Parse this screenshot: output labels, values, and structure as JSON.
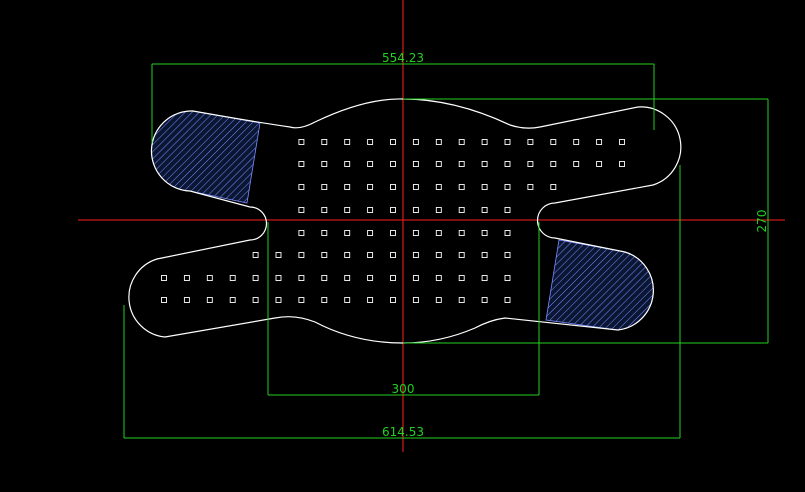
{
  "colors": {
    "background": "#000000",
    "outline": "#ffffff",
    "crosshair": "#ff2020",
    "dimension": "#22d022",
    "hatch": "#7a8cff",
    "hatch_fill": "#0b1633",
    "holes": "#ffffff"
  },
  "dimensions": {
    "top_width": "554.23",
    "overall_width": "614.53",
    "center_width": "300",
    "height": "270"
  }
}
